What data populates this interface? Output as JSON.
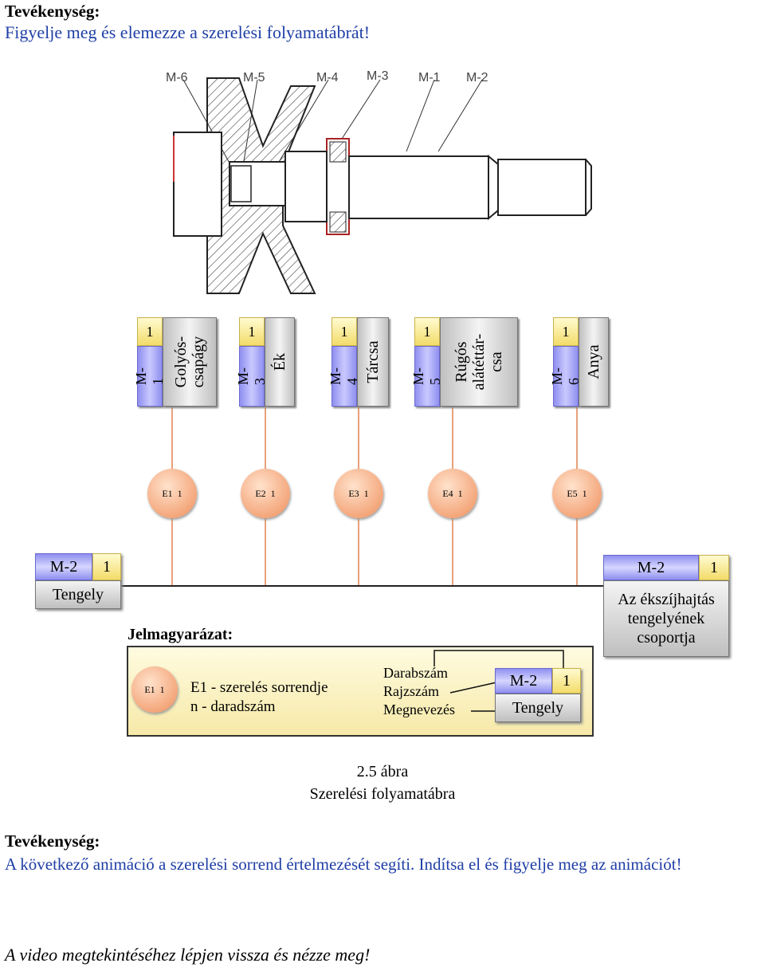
{
  "heading1": "Tevékenység:",
  "instruction1": "Figyelje meg és elemezze a szerelési folyamatábrát!",
  "drawing_labels": [
    "M-6",
    "M-5",
    "M-4",
    "M-3",
    "M-1",
    "M-2"
  ],
  "parts": [
    {
      "drawing": "M-1",
      "qty": "1",
      "name": "Golyós-\ncsapágy"
    },
    {
      "drawing": "M-3",
      "qty": "1",
      "name": "Ék"
    },
    {
      "drawing": "M-4",
      "qty": "1",
      "name": "Tárcsa"
    },
    {
      "drawing": "M-5",
      "qty": "1",
      "name": "Rúgós\nalátéttár-\ncsa"
    },
    {
      "drawing": "M-6",
      "qty": "1",
      "name": "Anya"
    }
  ],
  "steps": [
    {
      "id": "E1",
      "n": "1"
    },
    {
      "id": "E2",
      "n": "1"
    },
    {
      "id": "E3",
      "n": "1"
    },
    {
      "id": "E4",
      "n": "1"
    },
    {
      "id": "E5",
      "n": "1"
    }
  ],
  "base": {
    "drawing": "M-2",
    "qty": "1",
    "name": "Tengely"
  },
  "result": {
    "drawing": "M-2",
    "qty": "1",
    "name": "Az ékszíjhajtás tengelyének csoportja"
  },
  "legend": {
    "title": "Jelmagyarázat:",
    "circle_id": "E1",
    "circle_n": "1",
    "line1": "E1 - szerelés sorrendje",
    "line2": "n - daradszám",
    "darabszam": "Darabszám",
    "rajzszam": "Rajzszám",
    "megnevezes": "Megnevezés",
    "box_drawing": "M-2",
    "box_qty": "1",
    "box_name": "Tengely"
  },
  "caption1": "2.5 ábra",
  "caption2": "Szerelési folyamatábra",
  "heading2": "Tevékenység:",
  "paragraph": "A következő animáció a szerelési sorrend értelmezését segíti. Indítsa el és figyelje meg az animációt!",
  "footer": "A video megtekintéséhez lépjen vissza és nézze meg!"
}
